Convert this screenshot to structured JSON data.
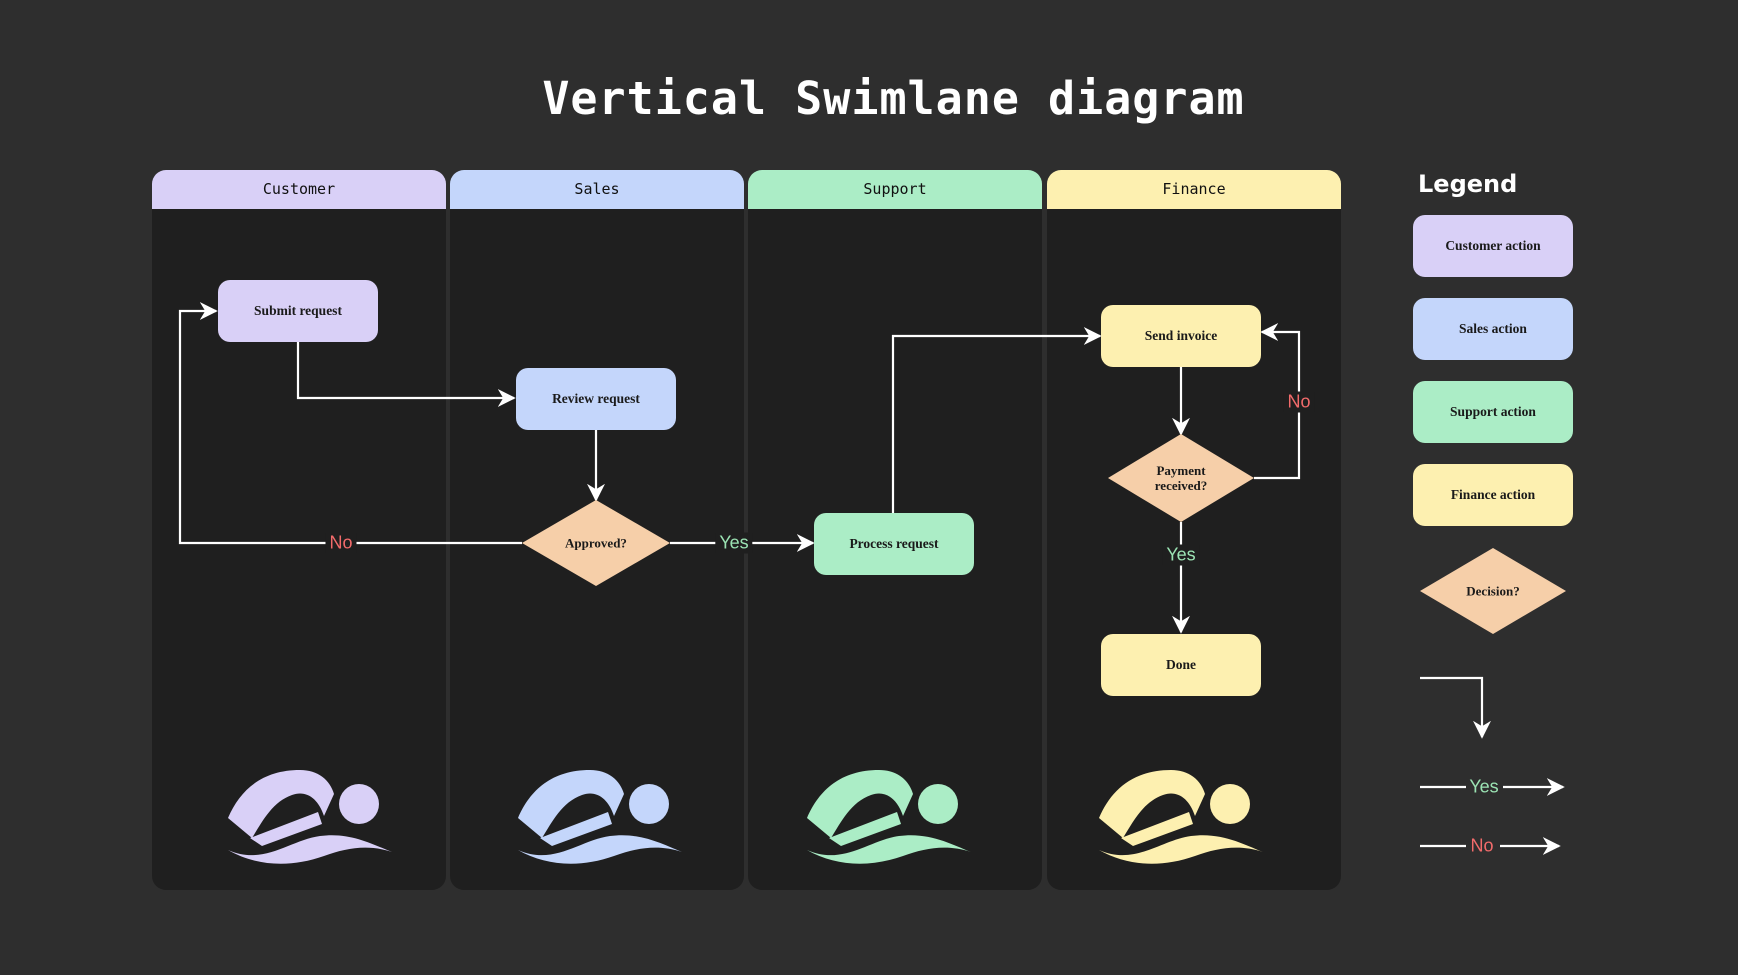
{
  "title": "Vertical Swimlane diagram",
  "colors": {
    "customer": "#d9d0f7",
    "sales": "#c4d6fb",
    "support": "#abedc6",
    "finance": "#fdf0b0",
    "decision": "#f6cfa9",
    "yes": "#9be3b3",
    "no": "#f26b6b",
    "arrow": "#ffffff"
  },
  "lanes": [
    {
      "id": "customer",
      "label": "Customer"
    },
    {
      "id": "sales",
      "label": "Sales"
    },
    {
      "id": "support",
      "label": "Support"
    },
    {
      "id": "finance",
      "label": "Finance"
    }
  ],
  "nodes": {
    "submit": "Submit request",
    "review": "Review request",
    "approved": "Approved?",
    "process": "Process request",
    "invoice": "Send invoice",
    "payment": "Payment received?",
    "done": "Done"
  },
  "edge_labels": {
    "approved_no": "No",
    "approved_yes": "Yes",
    "payment_no": "No",
    "payment_yes": "Yes"
  },
  "legend": {
    "title": "Legend",
    "customer_action": "Customer action",
    "sales_action": "Sales action",
    "support_action": "Support action",
    "finance_action": "Finance action",
    "decision": "Decision?",
    "yes": "Yes",
    "no": "No"
  },
  "icons": {
    "lane_icon": "swimmer-icon",
    "connector_icon": "elbow-arrow-icon"
  }
}
